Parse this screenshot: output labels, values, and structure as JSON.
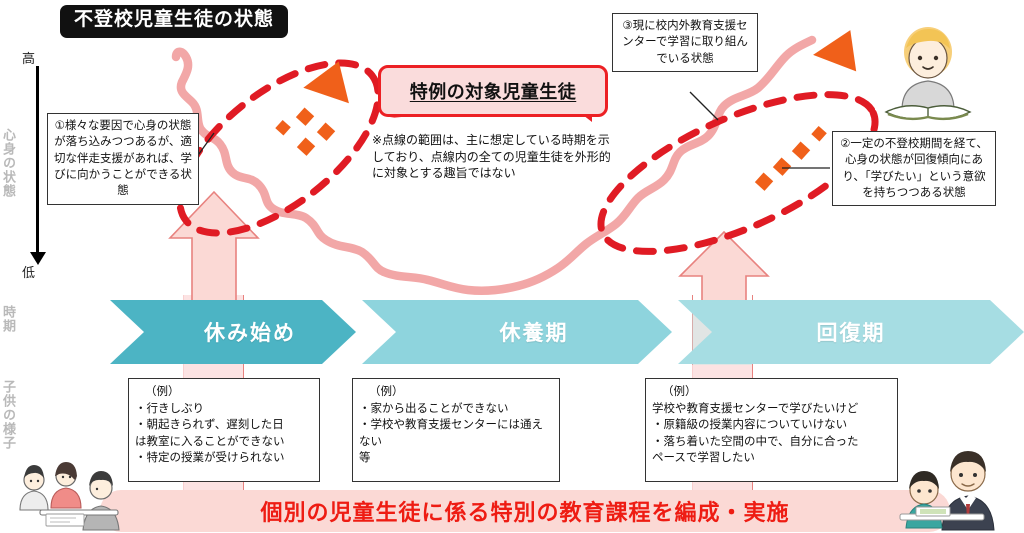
{
  "title": "不登校児童生徒の状態",
  "axis": {
    "vertical_label": "心身の状態",
    "period_label": "時期",
    "child_label": "子供の様子",
    "high": "高",
    "low": "低"
  },
  "state_boxes": {
    "one": "①様々な要因で心身の状態が落ち込みつつあるが、適切な伴走支援があれば、学びに向かうことができる状態",
    "three": "③現に校内外教育支援センターで学習に取り組んでいる状態",
    "two": "②一定の不登校期間を経て、心身の状態が回復傾向にあり、「学びたい」という意欲を持ちつつある状態"
  },
  "callout": {
    "label": "特例の対象児童生徒",
    "note": "※点線の範囲は、主に想定している時期を示しており、点線内の全ての児童生徒を外形的に対象とする趣旨ではない"
  },
  "phases": [
    {
      "label": "休み始め",
      "color": "#4cb4c4"
    },
    {
      "label": "休養期",
      "color": "#8ed4dd"
    },
    {
      "label": "回復期",
      "color": "#a6dde3"
    }
  ],
  "examples": [
    {
      "head": "（例）",
      "lines": [
        "・行きしぶり",
        "・朝起きられず、遅刻した日",
        "は教室に入ることができない",
        "・特定の授業が受けられない"
      ]
    },
    {
      "head": "（例）",
      "lines": [
        "・家から出ることができない",
        "・学校や教育支援センターには通えない",
        "等"
      ]
    },
    {
      "head": "（例）",
      "lines": [
        "学校や教育支援センターで学びたいけど",
        "・原籍級の授業内容についていけない",
        "・落ち着いた空間の中で、自分に合った",
        "ペースで学習したい"
      ]
    }
  ],
  "banner": "個別の児童生徒に係る特別の教育課程を編成・実施",
  "colors": {
    "curve": "#f2a7a7",
    "dashed_ellipse": "#e01b24",
    "callout_fill": "#fadcdc",
    "callout_border": "#ec2024",
    "banner_fill": "#fbd9d5",
    "banner_text": "#ee1c13",
    "arrow_orange": "#f0601a",
    "arrow_pink_fill": "#fbd9d5",
    "arrow_pink_stroke": "#e8827f",
    "phase_dark": "#4cb4c4",
    "phase_mid": "#8ed4dd",
    "phase_light": "#a6dde3",
    "axis_label_gray": "#b9b9b9"
  },
  "icons": {
    "boy_reading": "boy-reading-illustration",
    "group_meeting": "group-meeting-illustration",
    "teacher_tutoring": "teacher-tutoring-illustration"
  }
}
